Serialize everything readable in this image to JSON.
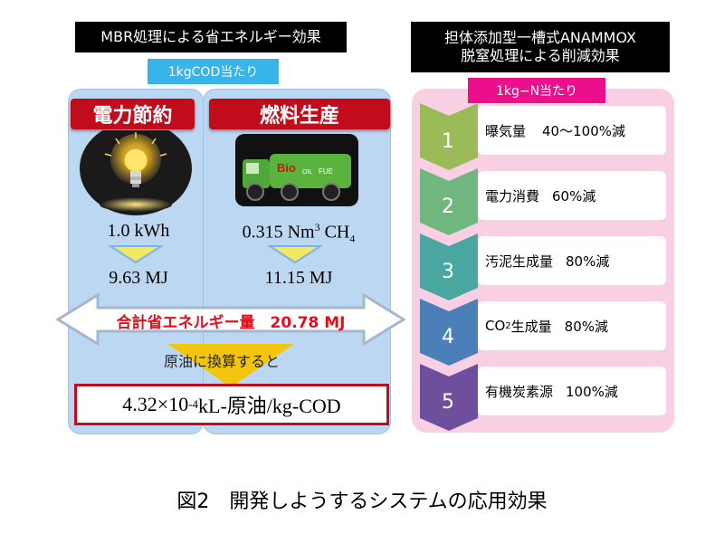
{
  "left": {
    "title": "MBR処理による省エネルギー効果",
    "unit_tag": "1kgCOD当たり",
    "power": {
      "title": "電力節約",
      "value": "1.0 kWh",
      "converted": "9.63 MJ",
      "icon": "light-bulb-icon"
    },
    "fuel": {
      "title": "燃料生産",
      "value_prefix": "0.315 Nm",
      "value_sup": "3",
      "value_mid": " CH",
      "value_sub": "4",
      "converted": "11.15 MJ",
      "icon": "truck-icon",
      "truck_text_bio": "Bio",
      "truck_text_oil": "OIL",
      "truck_text_fuel": "FUE"
    },
    "total": "合計省エネルギー量　20.78 MJ",
    "convert_note": "原油に換算すると",
    "result_prefix": "4.32×10",
    "result_sup": "-4",
    "result_suffix": " kL-原油/kg-COD"
  },
  "right": {
    "title_line1": "担体添加型一槽式ANAMMOX",
    "title_line2": "脱窒処理による削減効果",
    "unit_tag": "1kg−N当たり",
    "steps": [
      {
        "num": "1",
        "label": "曝気量",
        "value": "40〜100%減",
        "color": "#9bbb59"
      },
      {
        "num": "2",
        "label": "電力消費",
        "value": "60%減",
        "color": "#6fb77f"
      },
      {
        "num": "3",
        "label": "汚泥生成量",
        "value": "80%減",
        "color": "#4aa6a0"
      },
      {
        "num": "4",
        "label_prefix": "CO",
        "label_sub": "2",
        "label_suffix": "生成量",
        "value": "80%減",
        "color": "#4a7fb8"
      },
      {
        "num": "5",
        "label": "有機炭素源",
        "value": "100%減",
        "color": "#6d4f9e"
      }
    ]
  },
  "caption": "図2　開発しようするシステムの応用効果",
  "colors": {
    "red": "#c20c1c",
    "cyan": "#37b4ea",
    "pink": "#ec0f8c",
    "panel_blue": "#bcd7f2",
    "panel_pink": "#f8cfe3"
  }
}
